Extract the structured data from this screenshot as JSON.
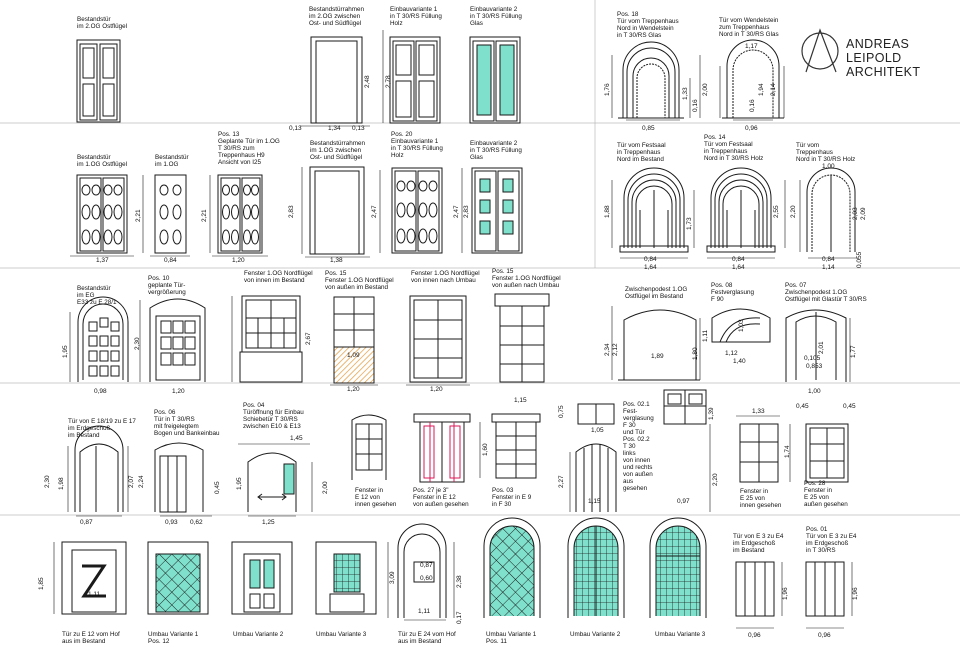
{
  "logo": {
    "text": "ANDREAS LEIPOLD\nARCHITEKT"
  },
  "labels": {
    "r1a": "Bestandstür\nim 2.OG Ostflügel",
    "r1b": "Bestandstürrahmen\nim 2.OG zwischen\nOst- und Südflügel",
    "r1c": "Einbauvariante 1\nin T 30/RS Füllung\nHolz",
    "r1d": "Einbauvariante 2\nin T 30/RS Füllung\nGlas",
    "r1e": "Pos. 18\nTür vom Treppenhaus\nNord in Wendelstein\nin T 30/RS Glas",
    "r1f": "Tür vom Wendelstein\nzum Treppenhaus\nNord in T 30/RS Glas",
    "r2a": "Bestandstür\nim 1.OG Ostflügel",
    "r2b": "Bestandstür\nim 1.OG",
    "r2c": "Pos. 13\nGeplante Tür im 1.OG\nT 30/RS zum\nTreppenhaus H9\nAnsicht von I25",
    "r2d": "Bestandstürrahmen\nim 1.OG zwischen\nOst- und Südflügel",
    "r2e": "Pos. 20\nEinbauvariante 1\nin T 30/RS Füllung\nHolz",
    "r2f": "Einbauvariante 2\nin T 30/RS Füllung\nGlas",
    "r2g": "Tür vom Festsaal\nin Treppenhaus\nNord im Bestand",
    "r2h": "Pos. 14\nTür vom Festsaal\nin Treppenhaus\nNord in T 30/RS Holz",
    "r2i": "Tür vom\nTreppenhaus\nNord in T 30/RS Holz",
    "r3a": "Bestandstür\nim EG\nE33 zu E 28/1",
    "r3b": "Pos. 10\ngeplante Tür-\nvergrößerung",
    "r3c": "Fenster 1.OG Nordflügel\nvon innen im Bestand",
    "r3d": "Pos. 15\nFenster 1.OG Nordflügel\nvon außen im Bestand",
    "r3e": "Fenster 1.OG Nordflügel\nvon innen nach Umbau",
    "r3f": "Pos. 15\nFenster 1.OG Nordflügel\nvon außen nach Umbau",
    "r3g": "Zwischenpodest 1.OG\nOstflügel im Bestand",
    "r3h": "Pos. 08\nFestverglasung\nF 90",
    "r3i": "Pos. 07\nZwischenpodest 1.OG\nOstflügel mit Glastür T 30/RS",
    "r4a": "Tür von E 18/19 zu E 17\nim Erdgeschoß\nim Bestand",
    "r4b": "Pos. 06\nTür in T 30/RS\nmit freigelegtem\nBogen und Bankeinbau",
    "r4c": "Pos. 04\nTüröffnung für Einbau\nSchiebetür T 30/RS\nzwischen E10 & E13",
    "r4d": "Fenster in\nE 12 von\ninnen gesehen",
    "r4e": "Pos. 27 je 3\"\nFenster in E 12\nvon außen gesehen",
    "r4f": "Pos. 03\nFenster in E 9\nin F 30",
    "r4g": "Pos. 02.1\nFest-\nverglasung\nF 30\nund Tür\nPos. 02.2\nT 30\nlinks\nvon innen\nund rechts\nvon außen\naus\ngesehen",
    "r4h": "Fenster in\nE 25 von\ninnen gesehen",
    "r4i": "Pos. 28\nFenster in\nE 25 von\naußen gesehen",
    "r5a": "Tür von E 3 zu E4\nim Erdgeschoß\nim Bestand",
    "r5b": "Pos. 01\nTür von E 3 zu E4\nim Erdgeschoß\nin T 30/RS",
    "b1": "Tür zu E 12 vom Hof\naus im Bestand",
    "b2": "Umbau Variante 1\nPos. 12",
    "b3": "Umbau Variante 2",
    "b4": "Umbau Variante 3",
    "b5": "Tür zu E 24 vom Hof\naus im Bestand",
    "b6": "Umbau Variante 1\nPos. 11",
    "b7": "Umbau Variante 2",
    "b8": "Umbau Variante 3"
  },
  "dims": {
    "d_2_48": "2,48",
    "d_2_78": "2,78",
    "d_0_13a": "0,13",
    "d_1_34": "1,34",
    "d_0_13b": "0,13",
    "d_1_76": "1,76",
    "d_1_33": "1,33",
    "d_0_16a": "0,16",
    "d_2_00a": "2,00",
    "d_0_85": "0,85",
    "d_1_17": "1,17",
    "d_0_16b": "0,16",
    "d_1_94": "1,94",
    "d_2_14": "2,14",
    "d_0_96a": "0,96",
    "d_2_21a": "2,21",
    "d_2_21b": "2,21",
    "d_1_37": "1,37",
    "d_0_84a": "0,84",
    "d_1_20a": "1,20",
    "d_2_83": "2,83",
    "d_2_47a": "2,47",
    "d_1_38": "1,38",
    "d_2_47b": "2,47",
    "d_2_83b": "2,83",
    "d_1_88": "1,88",
    "d_1_73": "1,73",
    "d_0_84b": "0,84",
    "d_1_64a": "1,64",
    "d_2_55": "2,55",
    "d_0_84c": "0,84",
    "d_1_64b": "1,64",
    "d_1_00a": "1,00",
    "d_2_20": "2,20",
    "d_2_03": "2,03",
    "d_2_09": "2,09",
    "d_0_84d": "0,84",
    "d_1_14": "1,14",
    "d_0_05": "0,055",
    "d_1_95": "1,95",
    "d_0_98": "0,98",
    "d_2_30": "2,30",
    "d_1_20b": "1,20",
    "d_2_67": "2,67",
    "d_1_09": "1,09",
    "d_1_20c": "1,20",
    "d_1_20d": "1,20",
    "d_2_34": "2,34",
    "d_2_12": "2,12",
    "d_1_89": "1,89",
    "d_1_80": "1,80",
    "d_1_11": "1,11",
    "d_1_03": "1,03",
    "d_1_12": "1,12",
    "d_1_40": "1,40",
    "d_0_105": "0,105",
    "d_0_853": "0,853",
    "d_2_01": "2,01",
    "d_1_77": "1,77",
    "d_1_00b": "1,00",
    "d_0_45a": "0,45",
    "d_0_45b": "0,45",
    "d_2_30b": "2,30",
    "d_1_98": "1,98",
    "d_2_07": "2,07",
    "d_2_24": "2,24",
    "d_0_87": "0,87",
    "d_0_45c": "0,45",
    "d_0_93": "0,93",
    "d_0_62": "0,62",
    "d_1_45": "1,45",
    "d_1_95b": "1,95",
    "d_2_00b": "2,00",
    "d_1_25": "1,25",
    "d_1_15a": "1,15",
    "d_1_60": "1,60",
    "d_0_75": "0,75",
    "d_1_05": "1,05",
    "d_1_39": "1,39",
    "d_2_27": "2,27",
    "d_1_15b": "1,15",
    "d_2_20b": "2,20",
    "d_0_97": "0,97",
    "d_1_33b": "1,33",
    "d_1_74": "1,74",
    "d_1_85": "1,85",
    "d_1_11a": "1,11",
    "d_3_09": "3,09",
    "d_0_87b": "0,87",
    "d_0_60": "0,60",
    "d_2_38": "2,38",
    "d_1_11b": "1,11",
    "d_0_17": "0,17",
    "d_1_96a": "1,96",
    "d_0_96b": "0,96",
    "d_1_96b": "1,96",
    "d_0_96c": "0,96"
  },
  "colors": {
    "line": "#1a1a1a",
    "glass": "#7fe0cc",
    "hatch": "#e39a3a",
    "red": "#d9185b"
  }
}
